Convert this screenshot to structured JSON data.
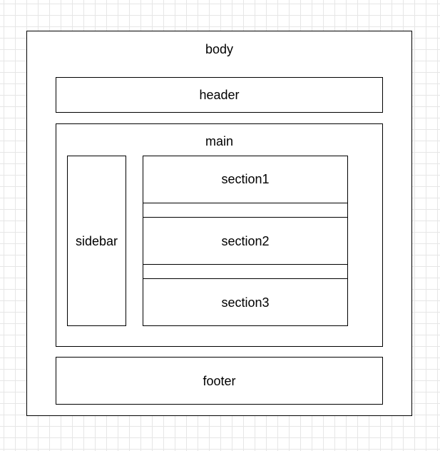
{
  "diagram": {
    "body": {
      "label": "body"
    },
    "header": {
      "label": "header"
    },
    "main": {
      "label": "main"
    },
    "sidebar": {
      "label": "sidebar"
    },
    "sections": [
      {
        "label": "section1"
      },
      {
        "label": "section2"
      },
      {
        "label": "section3"
      }
    ],
    "footer": {
      "label": "footer"
    }
  },
  "colors": {
    "stroke": "#000000",
    "fill": "#ffffff",
    "grid": "#e6e6e6"
  }
}
